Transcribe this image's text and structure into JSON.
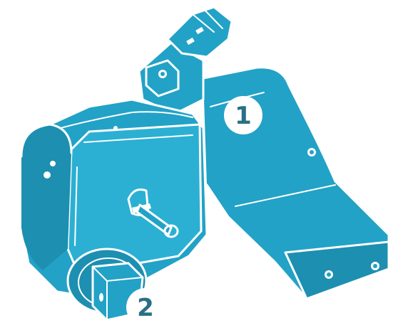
{
  "callouts": [
    {
      "id": "1",
      "label": "1"
    },
    {
      "id": "2",
      "label": "2"
    }
  ],
  "colors": {
    "tool_body": "#22a2c6",
    "outline": "#ffffff",
    "callout_text": "#2a6f86"
  }
}
